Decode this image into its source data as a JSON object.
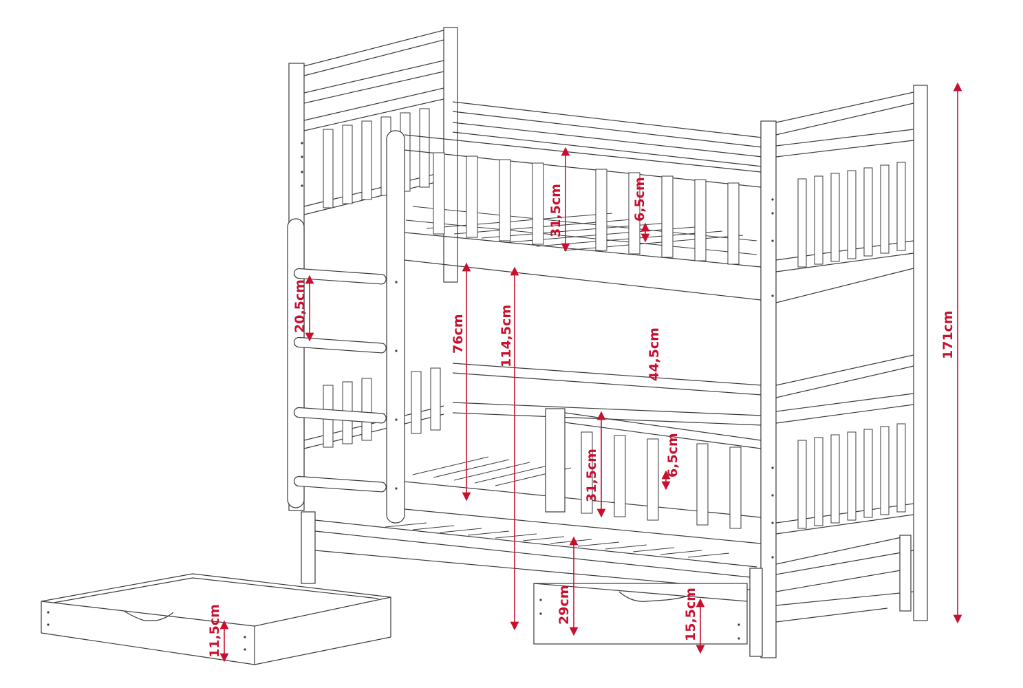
{
  "dimensions": [
    {
      "id": "top-rail-height",
      "label": "31,5cm"
    },
    {
      "id": "top-slat-gap",
      "label": "6,5cm"
    },
    {
      "id": "ladder-rung-spacing",
      "label": "20,5cm"
    },
    {
      "id": "lower-bed-height",
      "label": "76cm"
    },
    {
      "id": "upper-bed-height",
      "label": "114,5cm"
    },
    {
      "id": "bed-gap",
      "label": "44,5cm"
    },
    {
      "id": "total-height",
      "label": "171cm"
    },
    {
      "id": "bottom-rail-height",
      "label": "31,5cm"
    },
    {
      "id": "bottom-slat-gap",
      "label": "6,5cm"
    },
    {
      "id": "trundle-height",
      "label": "29cm"
    },
    {
      "id": "trundle-drawer-height",
      "label": "15,5cm"
    },
    {
      "id": "drawer-height",
      "label": "11,5cm"
    }
  ],
  "colors": {
    "line": "#3a3a3a",
    "dimension": "#c8102e",
    "background": "#ffffff"
  }
}
